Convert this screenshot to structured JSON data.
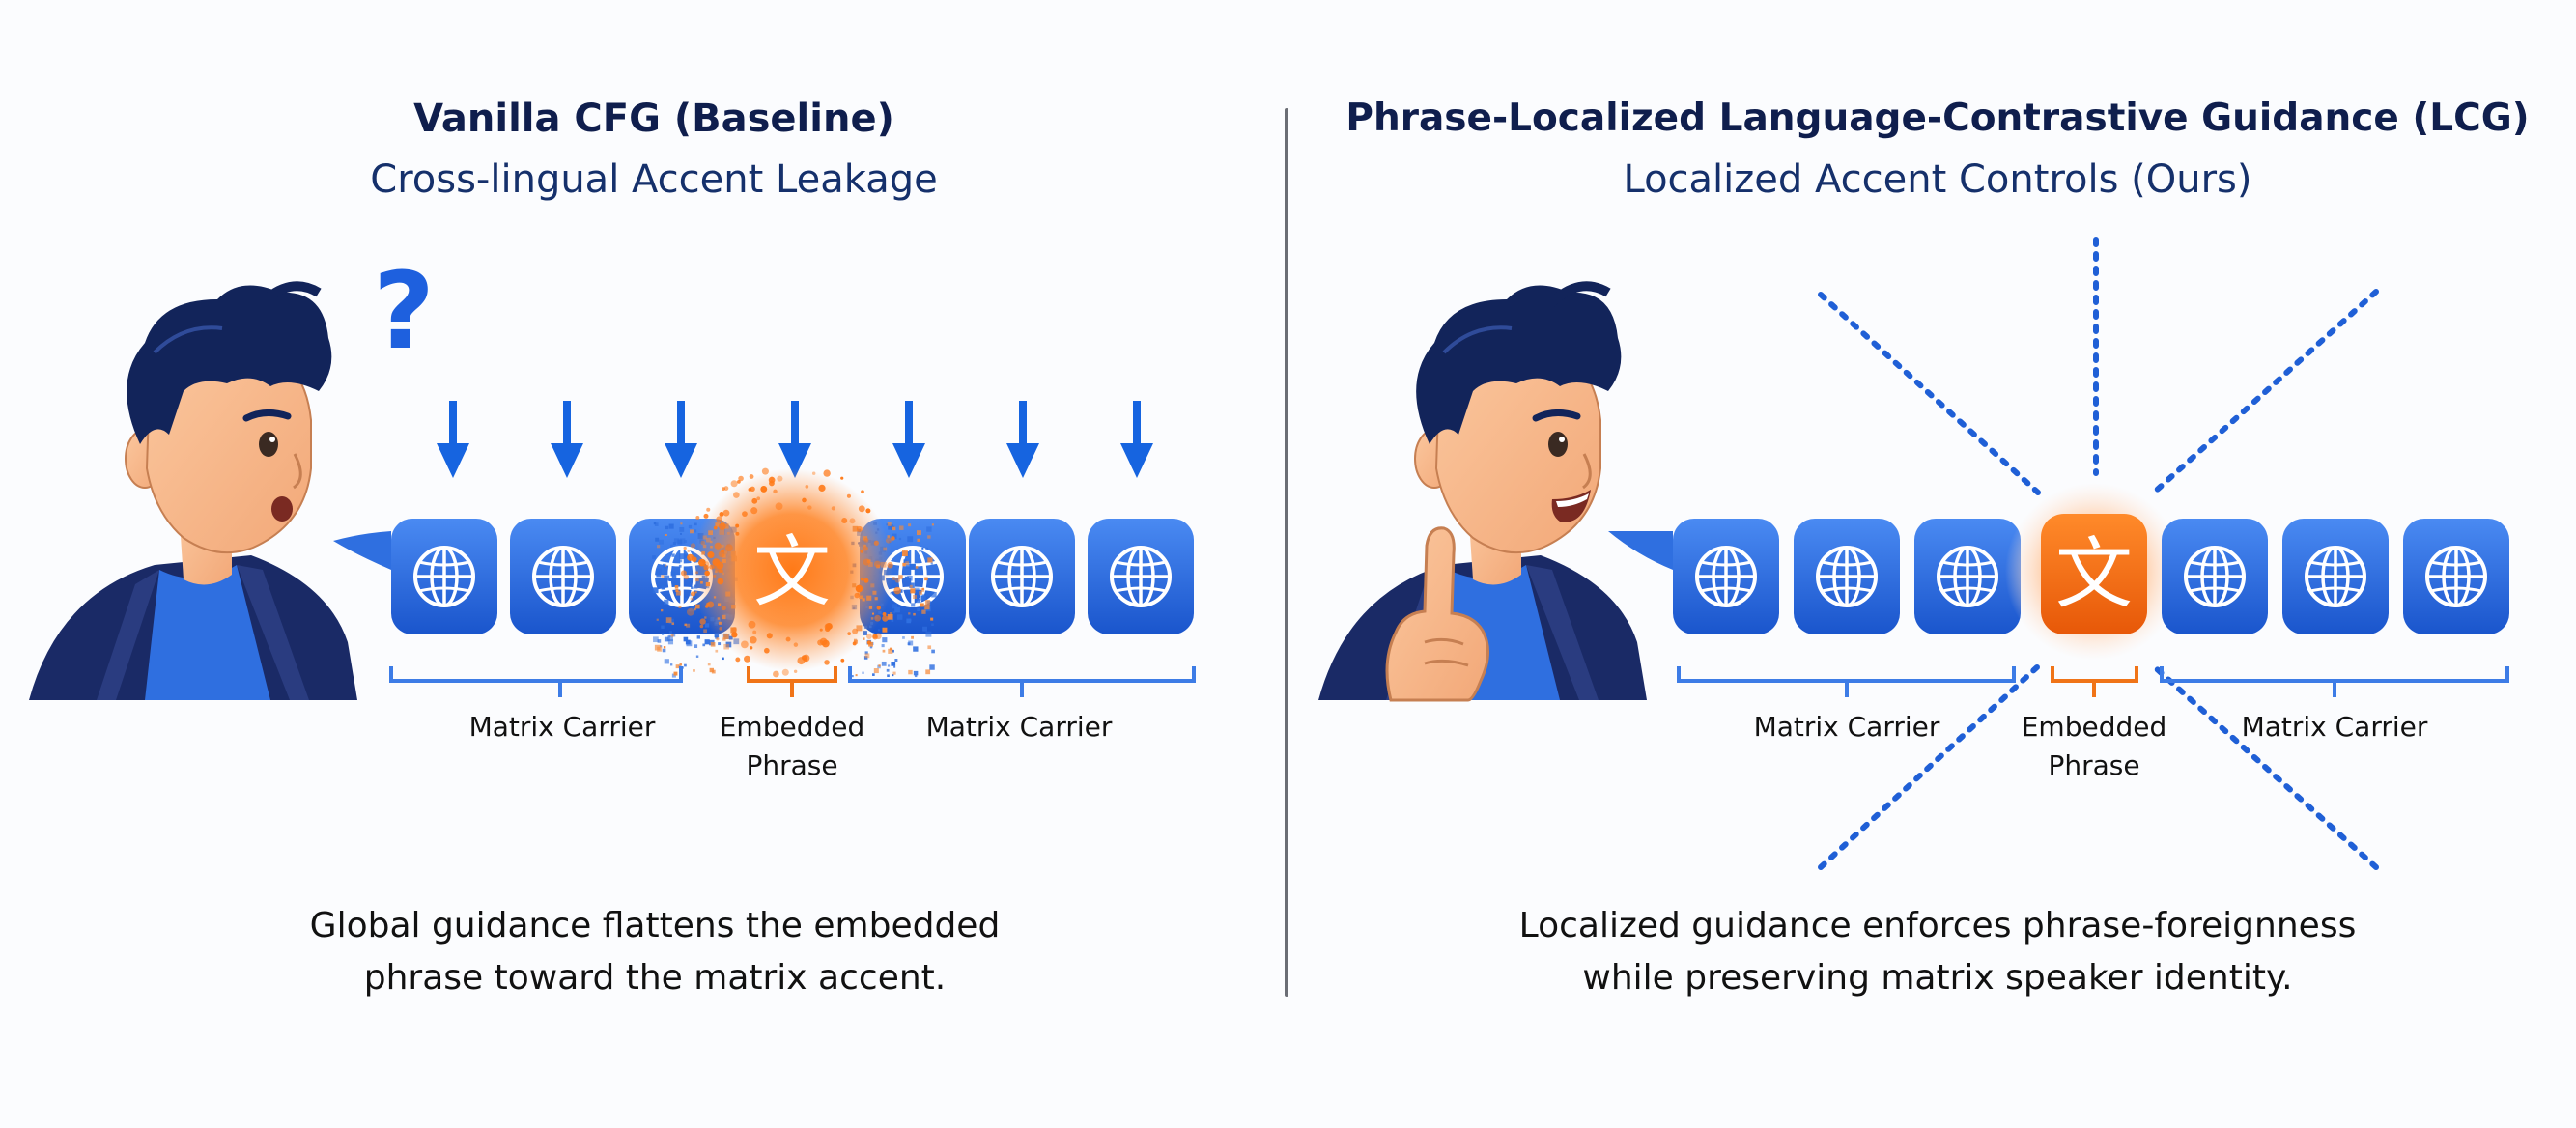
{
  "left_panel": {
    "title": "Vanilla CFG (Baseline)",
    "subtitle": "Cross-lingual Accent Leakage",
    "question_mark": "?",
    "segments": {
      "matrix_left": "Matrix Carrier",
      "embedded_line1": "Embedded",
      "embedded_line2": "Phrase",
      "matrix_right": "Matrix Carrier"
    },
    "caption_line1": "Global guidance flattens the embedded",
    "caption_line2": "phrase toward the matrix accent."
  },
  "right_panel": {
    "title": "Phrase-Localized Language-Contrastive Guidance (LCG)",
    "subtitle": "Localized Accent Controls (Ours)",
    "segments": {
      "matrix_left": "Matrix Carrier",
      "embedded_line1": "Embedded",
      "embedded_line2": "Phrase",
      "matrix_right": "Matrix Carrier"
    },
    "caption_line1": "Localized guidance enforces phrase-foreignness",
    "caption_line2": "while preserving matrix speaker identity."
  },
  "token_glyph": "文",
  "icons": {
    "matrix_token": "globe-icon",
    "embedded_token": "chinese-character-icon",
    "guidance": "down-arrow-icon",
    "speaker": "speaker-person-illustration"
  },
  "colors": {
    "token_blue": "#2f6fe0",
    "token_blue_dark": "#1a50c4",
    "embedded_orange": "#f26a12",
    "bracket_blue": "#3d7ce6",
    "bracket_orange": "#f07418",
    "arrow_blue": "#1664e0",
    "hair_navy": "#12245a",
    "skin": "#f7b98c"
  }
}
